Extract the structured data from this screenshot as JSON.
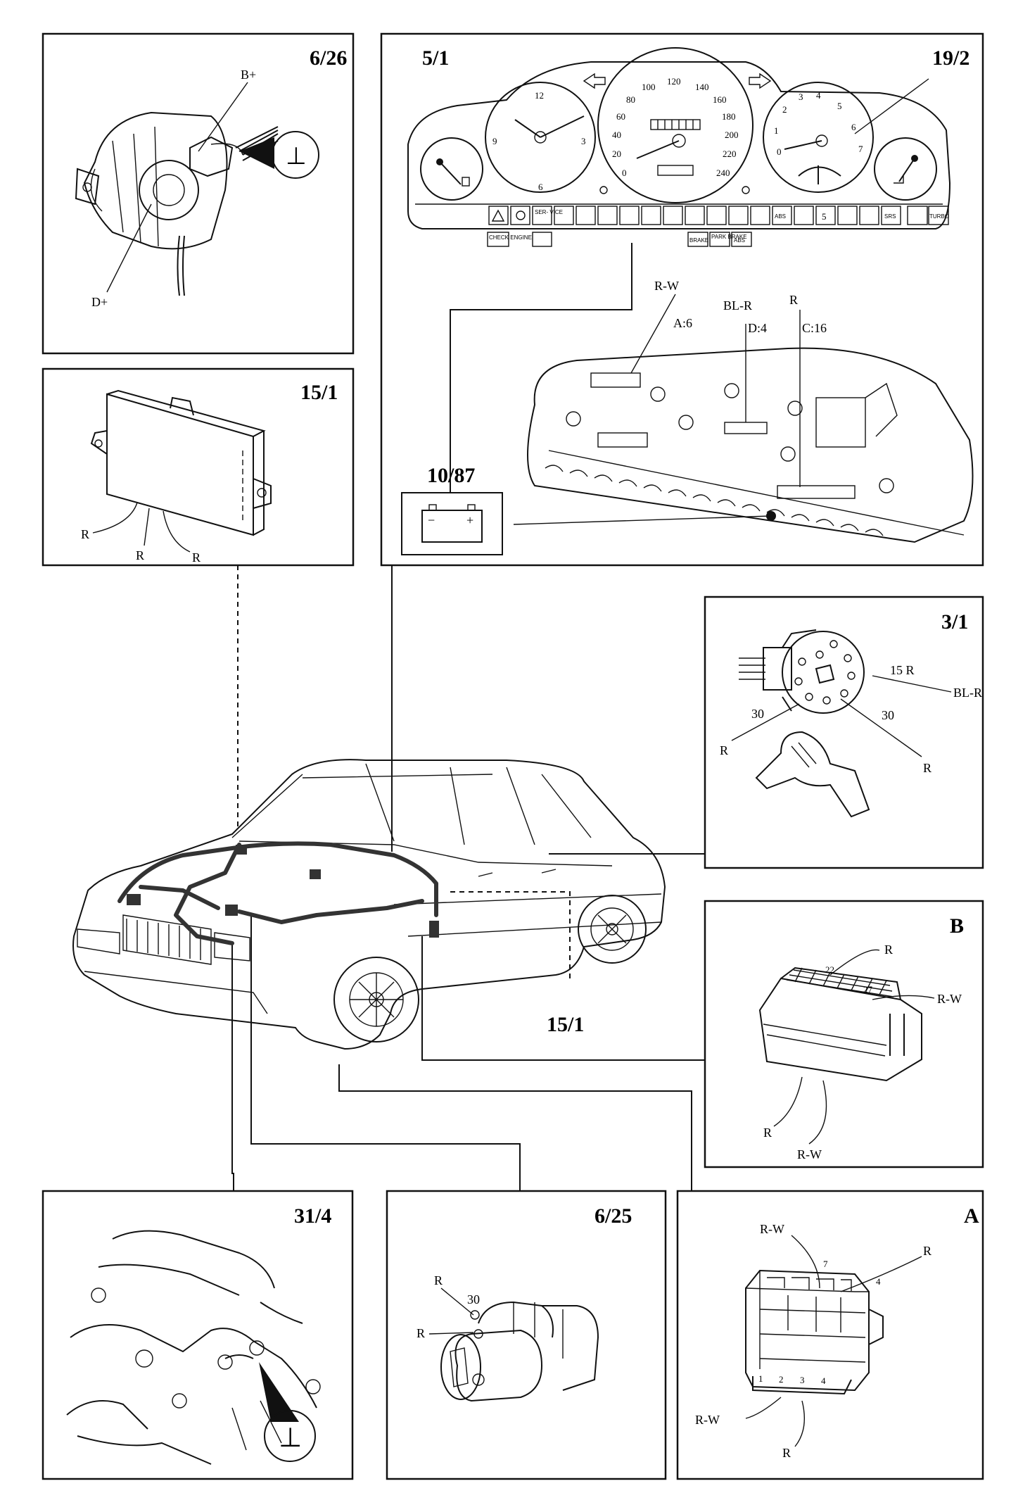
{
  "panels": {
    "alternator": {
      "id": "6/26",
      "b_plus": "B+",
      "d_plus": "D+"
    },
    "control_unit": {
      "id": "15/1",
      "wire_1": "R",
      "wire_2": "R",
      "wire_3": "R"
    },
    "instrument_cluster": {
      "id": "5/1",
      "tach_id": "19/2",
      "battery_id": "10/87",
      "wire_rw": "R-W",
      "wire_blr": "BL-R",
      "wire_r": "R",
      "pin_a6": "A:6",
      "pin_d4": "D:4",
      "pin_c16": "C:16",
      "speedo_ticks": [
        "0",
        "20",
        "40",
        "60",
        "80",
        "100",
        "120",
        "140",
        "160",
        "180",
        "200",
        "220",
        "240"
      ],
      "clock_ticks": [
        "12",
        "3",
        "6",
        "9"
      ],
      "tach_ticks": [
        "0",
        "1",
        "2",
        "3",
        "4",
        "5",
        "6",
        "7"
      ],
      "warn_labels": {
        "service": "SER-\nVICE",
        "srs": "SRS",
        "turbo": "TURBO",
        "five": "5",
        "check_engine": "CHECK\nENGINE",
        "brake": "BRAKE",
        "park_brake": "PARK\nBRAKE",
        "abs": "ABS",
        "abs_small": "ABS"
      },
      "battery_minus": "−",
      "battery_plus": "+"
    },
    "ignition_switch": {
      "id": "3/1",
      "pin_15": "15 R",
      "wire_blr": "BL-R",
      "pin_30_left": "30",
      "pin_30_right": "30",
      "wire_r_left": "R",
      "wire_r_right": "R"
    },
    "connector_b": {
      "id": "B",
      "pin_22": "22",
      "pin_27": "27",
      "wire_r_top": "R",
      "wire_rw_top": "R-W",
      "wire_r_bottom": "R",
      "wire_rw_bottom": "R-W"
    },
    "ground": {
      "id": "31/4",
      "symbol": "⊥"
    },
    "starter": {
      "id": "6/25",
      "wire_r_top": "R",
      "pin_30": "30",
      "wire_r": "R"
    },
    "connector_a": {
      "id": "A",
      "wire_rw_top": "R-W",
      "pin_7": "7",
      "wire_r_top": "R",
      "pin_4": "4",
      "wire_rw_bottom": "R-W",
      "wire_r_bottom": "R",
      "pin_nums": [
        "1",
        "2",
        "3",
        "4"
      ]
    }
  },
  "car_callout": "15/1",
  "colors": {
    "ink": "#111111",
    "paper": "#ffffff",
    "harness": "#333333"
  }
}
